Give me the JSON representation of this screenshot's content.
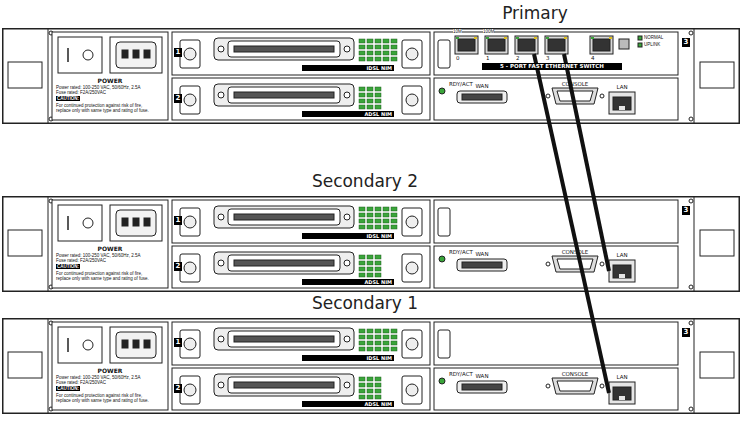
{
  "diagram": {
    "nodes": [
      {
        "text": [
          "Primary"
        ]
      },
      {
        "text": [
          "5 - PORT FAST ETHERNET SWITCH"
        ],
        "in": 0
      },
      {
        "text": [
          "2"
        ],
        "in": 1
      },
      {
        "text": [
          "3"
        ],
        "in": 1
      },
      {
        "text": [
          "Secondary 2"
        ]
      },
      {
        "text": [
          "LAN"
        ],
        "in": 4
      },
      {
        "text": [
          "Secondary 1"
        ]
      },
      {
        "text": [
          "LAN"
        ],
        "in": 6
      }
    ],
    "edges": [
      {
        "from": 2,
        "to": 7,
        "arrow": "none"
      },
      {
        "from": 3,
        "to": 5,
        "arrow": "none"
      }
    ],
    "labels": [
      "POWER",
      "Power rated: 100-250 VAC, 50/60Hz, 2.5A",
      "Fuse rated: F2A/250VAC",
      "CAUTION:",
      "For continued protection against risk of fire,",
      "replace only with same type and rating of fuse.",
      "1",
      "2",
      "IDSL NIM",
      "ADSL NIM",
      "10M",
      "100M",
      "0",
      "1",
      "4",
      "NORMAL",
      "UPLINK",
      "3",
      "RDY/ACT",
      "WAN",
      "CONSOLE",
      "LAN",
      "POWER",
      "Power rated: 100-250 VAC, 50/60Hz, 2.5A",
      "Fuse rated: F2A/250VAC",
      "CAUTION:",
      "For continued protection against risk of fire,",
      "replace only with same type and rating of fuse.",
      "1",
      "2",
      "IDSL NIM",
      "ADSL NIM",
      "3",
      "RDY/ACT",
      "WAN",
      "CONSOLE",
      "POWER",
      "Power rated: 100-250 VAC, 50/60Hz, 2.5A",
      "Fuse rated: F2A/250VAC",
      "CAUTION:",
      "For continued protection against risk of fire,",
      "replace only with same type and rating of fuse.",
      "1",
      "2",
      "IDSL NIM",
      "ADSL NIM",
      "3",
      "RDY/ACT",
      "WAN",
      "CONSOLE"
    ]
  }
}
